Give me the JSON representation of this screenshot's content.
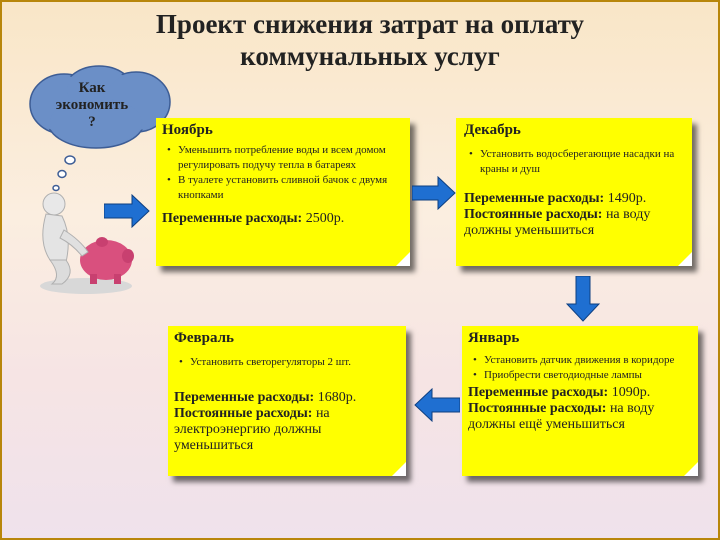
{
  "title_line1": "Проект снижения затрат на оплату",
  "title_line2": "коммунальных услуг",
  "cloud": {
    "line1": "Как",
    "line2": "экономить",
    "line3": "?"
  },
  "november": {
    "heading": "Ноябрь",
    "items": [
      "Уменьшить потребление воды и всем домом регулировать подучу тепла в батареях",
      "В туалете установить сливной бачок с двумя кнопками"
    ],
    "variable_label": "Переменные расходы:",
    "variable_value": "2500р."
  },
  "december": {
    "heading": "Декабрь",
    "items": [
      "Установить водосберегающие насадки на краны и душ"
    ],
    "variable_label": "Переменные расходы:",
    "variable_value": "1490р.",
    "fixed_label": "Постоянные расходы:",
    "fixed_value": "на воду должны уменьшиться"
  },
  "january": {
    "heading": "Январь",
    "items": [
      "Установить датчик движения в коридоре",
      "Приобрести светодиодные лампы"
    ],
    "variable_label": "Переменные расходы:",
    "variable_value": "1090р.",
    "fixed_label": "Постоянные расходы:",
    "fixed_value": "на воду должны ещё уменьшиться"
  },
  "february": {
    "heading": "Февраль",
    "items": [
      "Установить светорегуляторы 2 шт."
    ],
    "variable_label": "Переменные расходы:",
    "variable_value": "1680р.",
    "fixed_label": "Постоянные расходы:",
    "fixed_value": "на электроэнергию должны уменьшиться"
  },
  "colors": {
    "note": "#ffff00",
    "arrow": "#1f6fd1",
    "cloud": "#6b8fc7",
    "frame": "#b8860b"
  }
}
